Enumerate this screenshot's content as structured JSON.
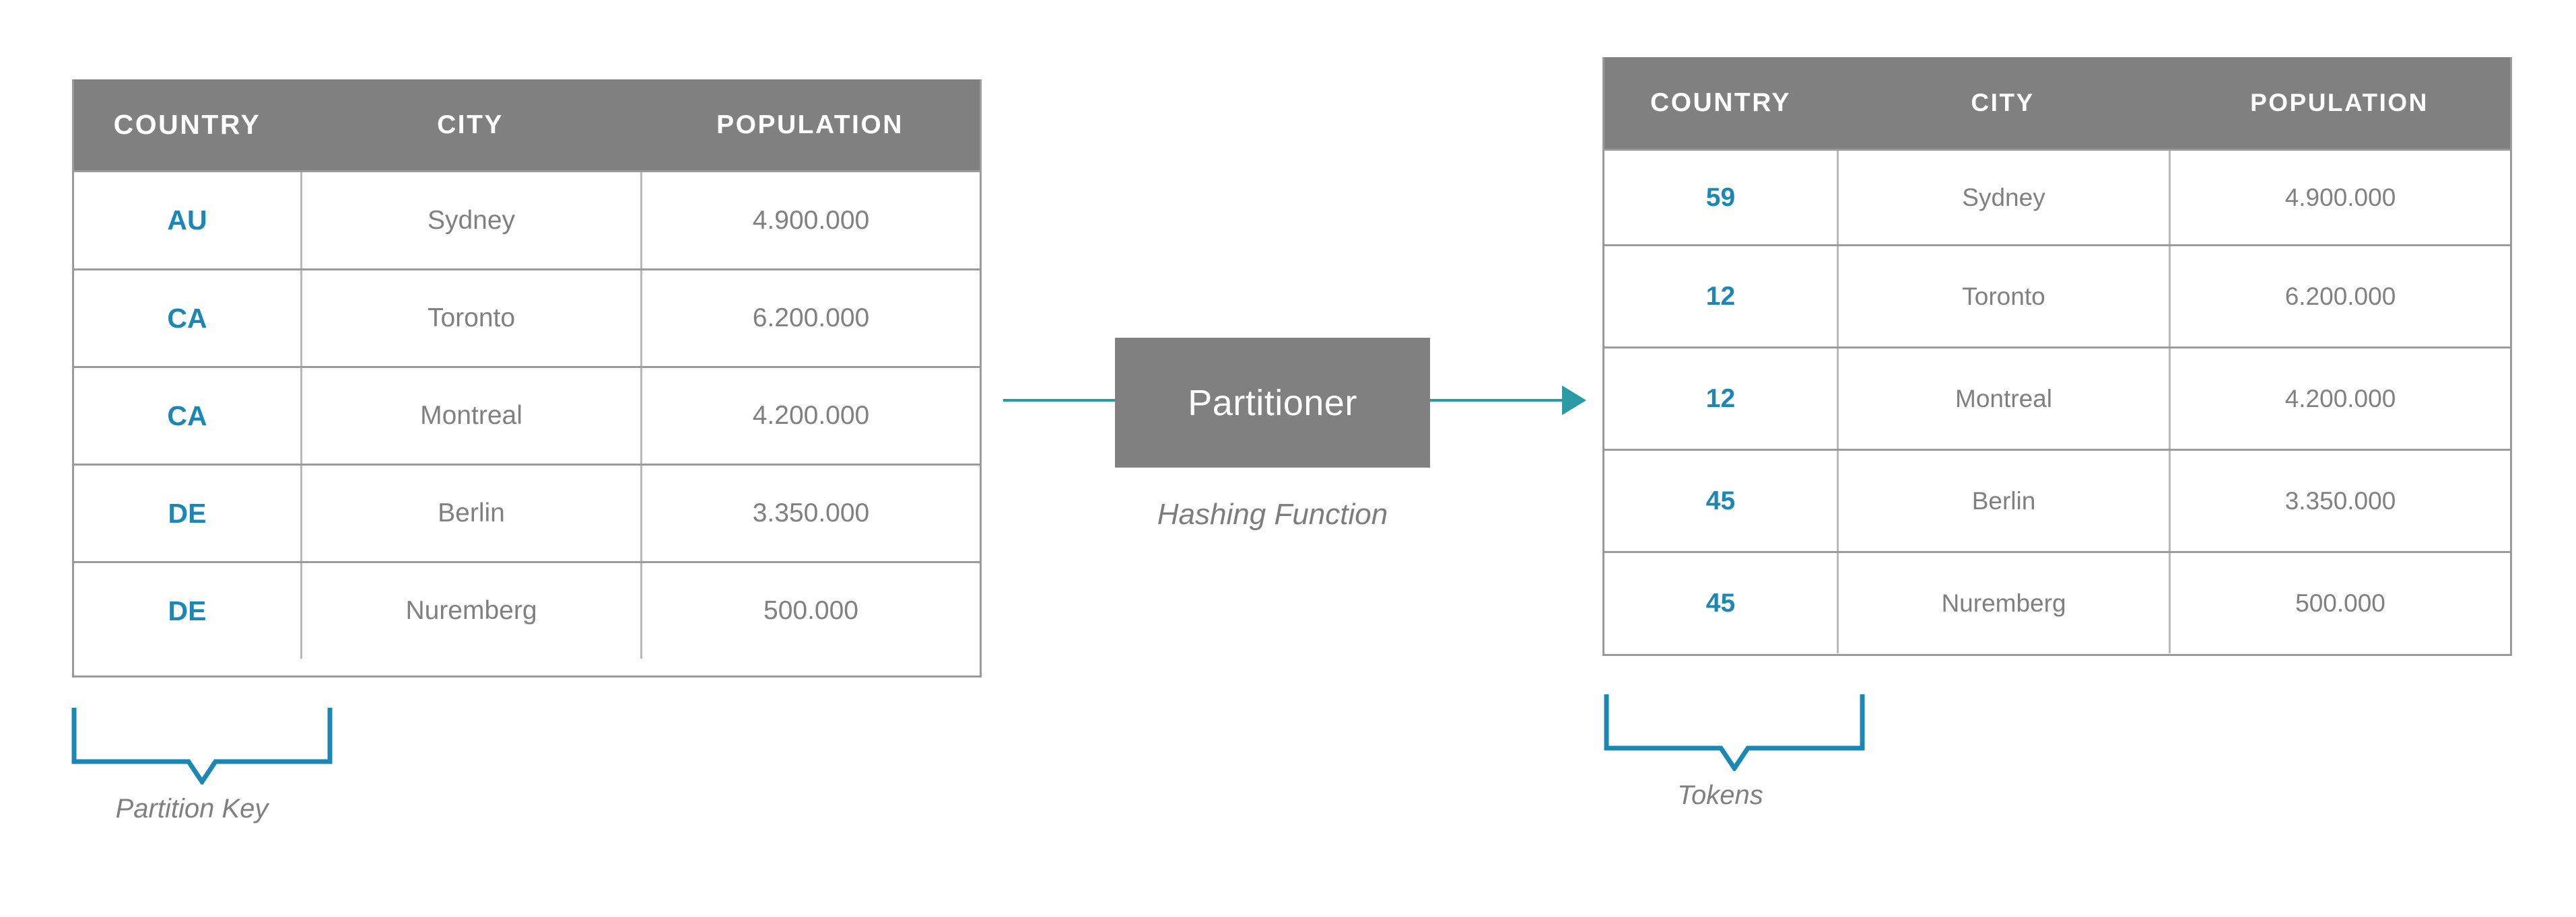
{
  "diagram": {
    "accent_blue": "#1b87b5",
    "arrow_teal": "#2a9aa5",
    "header_gray": "#808080",
    "text_gray": "#808080"
  },
  "left_table": {
    "columns": [
      "COUNTRY",
      "CITY",
      "POPULATION"
    ],
    "rows": [
      {
        "key": "AU",
        "city": "Sydney",
        "population": "4.900.000"
      },
      {
        "key": "CA",
        "city": "Toronto",
        "population": "6.200.000"
      },
      {
        "key": "CA",
        "city": "Montreal",
        "population": "4.200.000"
      },
      {
        "key": "DE",
        "city": "Berlin",
        "population": "3.350.000"
      },
      {
        "key": "DE",
        "city": "Nuremberg",
        "population": "500.000"
      }
    ],
    "brace_caption": "Partition Key"
  },
  "right_table": {
    "columns": [
      "COUNTRY",
      "CITY",
      "POPULATION"
    ],
    "rows": [
      {
        "key": "59",
        "city": "Sydney",
        "population": "4.900.000"
      },
      {
        "key": "12",
        "city": "Toronto",
        "population": "6.200.000"
      },
      {
        "key": "12",
        "city": "Montreal",
        "population": "4.200.000"
      },
      {
        "key": "45",
        "city": "Berlin",
        "population": "3.350.000"
      },
      {
        "key": "45",
        "city": "Nuremberg",
        "population": "500.000"
      }
    ],
    "brace_caption": "Tokens"
  },
  "partitioner": {
    "label": "Partitioner",
    "caption": "Hashing Function"
  }
}
